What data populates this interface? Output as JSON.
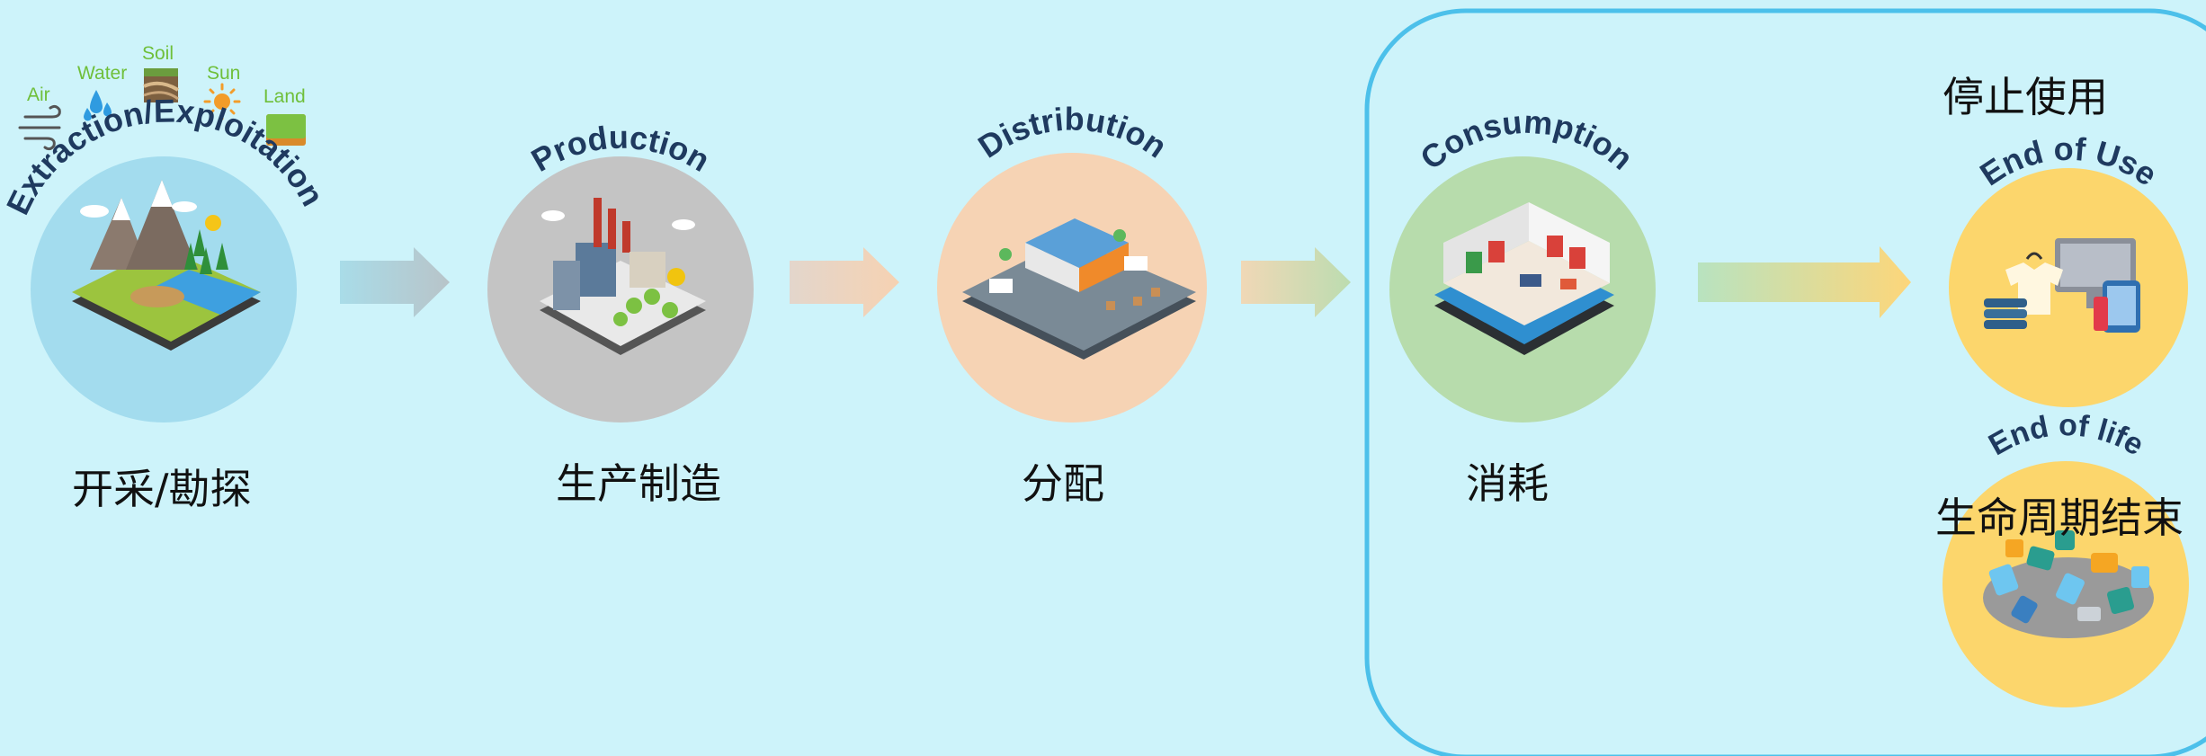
{
  "resources": [
    {
      "label": "Air",
      "icon": "wind-icon"
    },
    {
      "label": "Water",
      "icon": "water-drop-icon"
    },
    {
      "label": "Soil",
      "icon": "soil-icon"
    },
    {
      "label": "Sun",
      "icon": "sun-icon"
    },
    {
      "label": "Land",
      "icon": "land-icon"
    }
  ],
  "stages": [
    {
      "title": "Extraction/Exploitation",
      "label_cn": "开采/勘探",
      "icon": "mountain-mine-icon"
    },
    {
      "title": "Production",
      "label_cn": "生产制造",
      "icon": "factory-icon"
    },
    {
      "title": "Distribution",
      "label_cn": "分配",
      "icon": "warehouse-icon"
    },
    {
      "title": "Consumption",
      "label_cn": "消耗",
      "icon": "store-icon"
    }
  ],
  "end_stages": [
    {
      "title": "End of Use",
      "label_cn": "停止使用",
      "icon": "clothes-devices-icon"
    },
    {
      "title": "End of life",
      "label_cn": "生命周期结束",
      "icon": "waste-pile-icon"
    }
  ],
  "colors": {
    "background": "#cdf3fa",
    "title_text": "#1f3a5f",
    "resource_text": "#6fbf3a",
    "frame": "#4cc0ea",
    "extraction_circle": "#a3dcee",
    "production_circle": "#c4c4c4",
    "distribution_circle": "#f6d3b4",
    "consumption_circle": "#b7dcac",
    "end_circle": "#fcd66c"
  }
}
